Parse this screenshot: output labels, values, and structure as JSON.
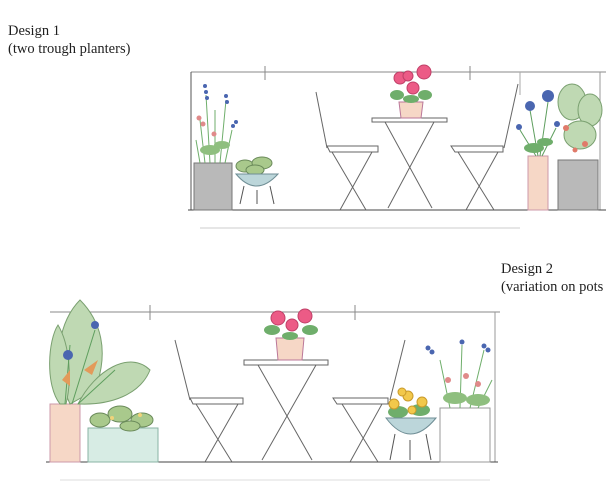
{
  "designs": [
    {
      "title": "Design 1",
      "subtitle": "(two trough planters)",
      "plants": [
        "lupin-and-grasses",
        "herb-bowl",
        "pink-geranium",
        "agapanthus",
        "mixed-shrub"
      ],
      "planters": [
        "grey-trough",
        "bowl-on-legs",
        "peach-tall-pot",
        "grey-trough"
      ]
    },
    {
      "title": "Design 2",
      "subtitle": "(variation on pots",
      "plants": [
        "fan-palm",
        "herb-trough",
        "pink-geranium",
        "yellow-daisies",
        "lupin-and-grasses"
      ],
      "planters": [
        "peach-tall-pot",
        "mint-trough",
        "blue-bowl-on-legs",
        "white-pot"
      ]
    }
  ],
  "colors": {
    "line": "#555555",
    "grey_planter": "#b9b9b9",
    "peach": "#f6d7c6",
    "mint": "#d7ece4",
    "blue_bowl": "#bcd6da",
    "leaf": "#6fae6b",
    "pale_leaf": "#bfd9b3",
    "pink": "#ec5b86",
    "blue_flower": "#4a66b0",
    "yellow": "#f2c84b"
  }
}
